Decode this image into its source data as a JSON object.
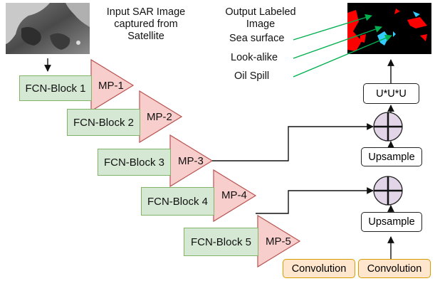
{
  "input_label": [
    "Input SAR Image",
    "captured from",
    "Satellite"
  ],
  "output_label": [
    "Output Labeled",
    "Image"
  ],
  "legend": {
    "sea_surface": "Sea surface",
    "look_alike": "Look-alike",
    "oil_spill": "Oil Spill"
  },
  "fcn_blocks": [
    "FCN-Block 1",
    "FCN-Block 2",
    "FCN-Block 3",
    "FCN-Block 4",
    "FCN-Block 5"
  ],
  "mp_blocks": [
    "MP-1",
    "MP-2",
    "MP-3",
    "MP-4",
    "MP-5"
  ],
  "uuu_label": "U*U*U",
  "upsample_label": "Upsample",
  "convolution_label": "Convolution",
  "colors": {
    "fcn_fill": "#d5e8d4",
    "fcn_border": "#82b366",
    "mp_fill": "#f8cecc",
    "mp_border": "#b85450",
    "conv_fill": "#ffe6cc",
    "conv_border": "#d79b00",
    "sum_fill": "#e1d5e7",
    "legend_arrow": "#00b050",
    "oil_red": "#ff0000",
    "lookalike_cyan": "#33ccff"
  }
}
